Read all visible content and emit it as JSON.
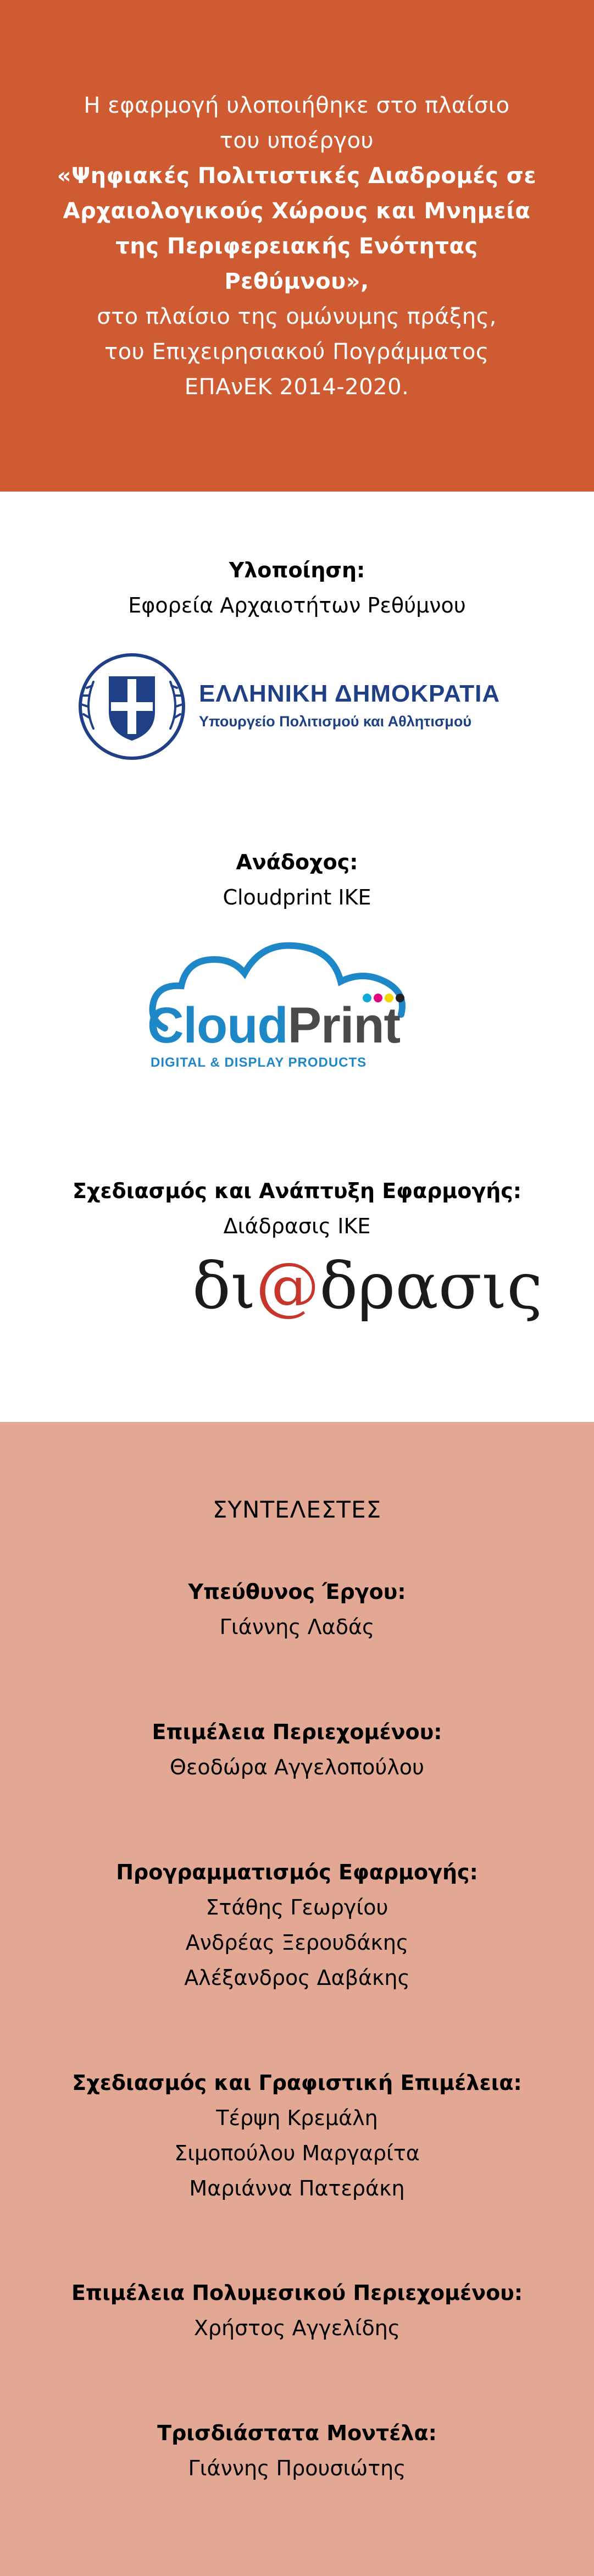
{
  "intro": {
    "lines": [
      "Η εφαρμογή υλοποιήθηκε στο πλαίσιο",
      "του υποέργου",
      "«Ψηφιακές Πολιτιστικές Διαδρομές σε",
      "Αρχαιολογικούς Χώρους και Μνημεία",
      "της Περιφερειακής Ενότητας",
      "Ρεθύμνου»,",
      "στο πλαίσιο της ομώνυμης πράξης,",
      "του Επιχειρησιακού Πογράμματος",
      "ΕΠΑνΕΚ 2014-2020."
    ]
  },
  "implementation": {
    "heading": "Υλοποίηση:",
    "value": "Εφορεία Αρχαιοτήτων Ρεθύμνου"
  },
  "gov_logo": {
    "title": "ΕΛΛΗΝΙΚΗ ΔΗΜΟΚΡΑΤΙΑ",
    "subtitle": "Υπουργείο Πολιτισμού και Αθλητισμού",
    "color": "#1f3f86"
  },
  "contractor": {
    "heading": "Ανάδοχος:",
    "value": "Cloudprint IKE"
  },
  "cloud_logo": {
    "word_a": "Cloud",
    "word_b": "Print",
    "tagline": "DIGITAL & DISPLAY PRODUCTS",
    "blue": "#1e87c8",
    "gray": "#4a4a4a"
  },
  "design": {
    "heading": "Σχεδιασμός και Ανάπτυξη Εφαρμογής:",
    "value": "Διάδρασις ΙΚΕ"
  },
  "diadrasis_logo": {
    "text_a": "δι",
    "at": "@",
    "text_b": "δρασις"
  },
  "credits": {
    "title": "ΣΥΝΤΕΛΕΣΤΕΣ",
    "groups": [
      {
        "heading": "Υπεύθυνος Έργου:",
        "names": [
          "Γιάννης Λαδάς"
        ]
      },
      {
        "heading": "Επιμέλεια Περιεχομένου:",
        "names": [
          "Θεοδώρα Αγγελοπούλου"
        ]
      },
      {
        "heading": "Προγραμματισμός Εφαρμογής:",
        "names": [
          "Στάθης Γεωργίου",
          "Ανδρέας Ξερουδάκης",
          "Αλέξανδρος Δαβάκης"
        ]
      },
      {
        "heading": "Σχεδιασμός και Γραφιστική Επιμέλεια:",
        "names": [
          "Τέρψη Κρεμάλη",
          "Σιμοπούλου Μαργαρίτα",
          "Μαριάννα Πατεράκη"
        ]
      },
      {
        "heading": "Επιμέλεια Πολυμεσικού Περιεχομένου:",
        "names": [
          "Χρήστος Αγγελίδης"
        ]
      },
      {
        "heading": "Τρισδιάστατα Μοντέλα:",
        "names": [
          "Γιάννης Προυσιώτης"
        ]
      }
    ]
  },
  "colors": {
    "top_bg": "#cf5b33",
    "bottom_bg": "#e3a894"
  }
}
